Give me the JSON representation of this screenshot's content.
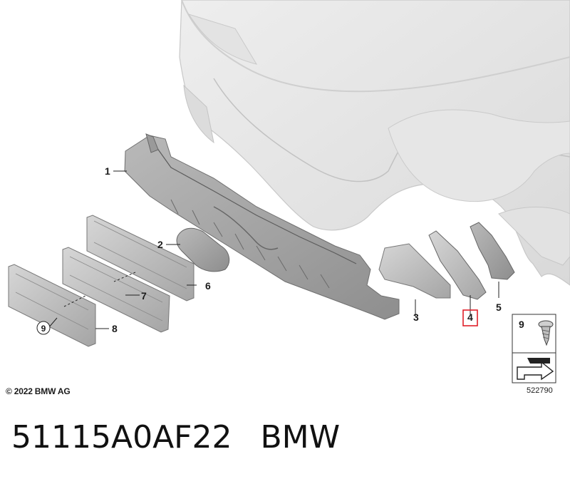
{
  "callouts": {
    "c1": "1",
    "c2": "2",
    "c3": "3",
    "c4": "4",
    "c5": "5",
    "c6": "6",
    "c7": "7",
    "c8": "8",
    "c9_ring": "9",
    "c9_box": "9"
  },
  "highlight_color": "#e0202a",
  "copyright": "© 2022 BMW AG",
  "diagram_number": "522790",
  "footer": {
    "part_number": "51115A0AF22",
    "brand": "BMW"
  }
}
